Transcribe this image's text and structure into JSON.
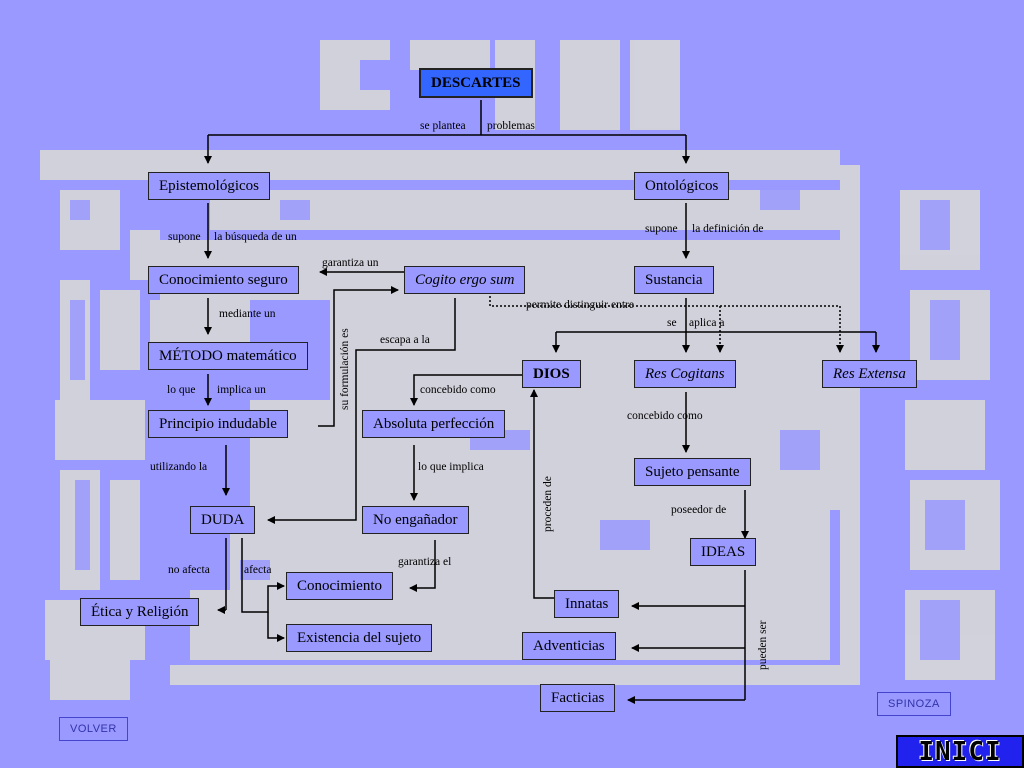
{
  "nodes": {
    "descartes": "DESCARTES",
    "epistemologicos": "Epistemológicos",
    "ontologicos": "Ontológicos",
    "conocimiento_seguro": "Conocimiento seguro",
    "cogito": "Cogito ergo sum",
    "sustancia": "Sustancia",
    "metodo": "MÉTODO matemático",
    "dios": "DIOS",
    "res_cogitans": "Res Cogitans",
    "res_extensa": "Res Extensa",
    "principio": "Principio indudable",
    "absoluta": "Absoluta perfección",
    "sujeto_pensante": "Sujeto pensante",
    "duda": "DUDA",
    "no_enganador": "No engañador",
    "ideas": "IDEAS",
    "conocimiento": "Conocimiento",
    "etica": "Ética y Religión",
    "innatas": "Innatas",
    "existencia": "Existencia del sujeto",
    "adventicias": "Adventicias",
    "facticias": "Facticias"
  },
  "labels": {
    "se_plantea": "se plantea",
    "problemas": "problemas",
    "supone1": "supone",
    "busqueda": "la búsqueda de un",
    "supone2": "supone",
    "definicion": "la definición de",
    "garantiza_un": "garantiza un",
    "mediante_un": "mediante un",
    "permite": "permite distinguir entre",
    "se": "se",
    "aplica": "aplica a",
    "escapa": "escapa a la",
    "lo_que": "lo que",
    "implica_un": "implica un",
    "concebido1": "concebido como",
    "concebido2": "concebido como",
    "utilizando": "utilizando la",
    "lo_que_implica": "lo que implica",
    "poseedor": "poseedor de",
    "garantiza_el": "garantiza el",
    "no_afecta": "no afecta",
    "afecta": "afecta",
    "su_formulacion": "su formulación es",
    "proceden": "proceden de",
    "pueden_ser": "pueden ser"
  },
  "nav": {
    "volver": "VOLVER",
    "spinoza": "SPINOZA",
    "inici": "INICI"
  },
  "colors": {
    "background": "#9999ff",
    "pixel_art": "#d8d8d8",
    "selected_node": "#3366ff",
    "inici_button": "#2222ee"
  }
}
